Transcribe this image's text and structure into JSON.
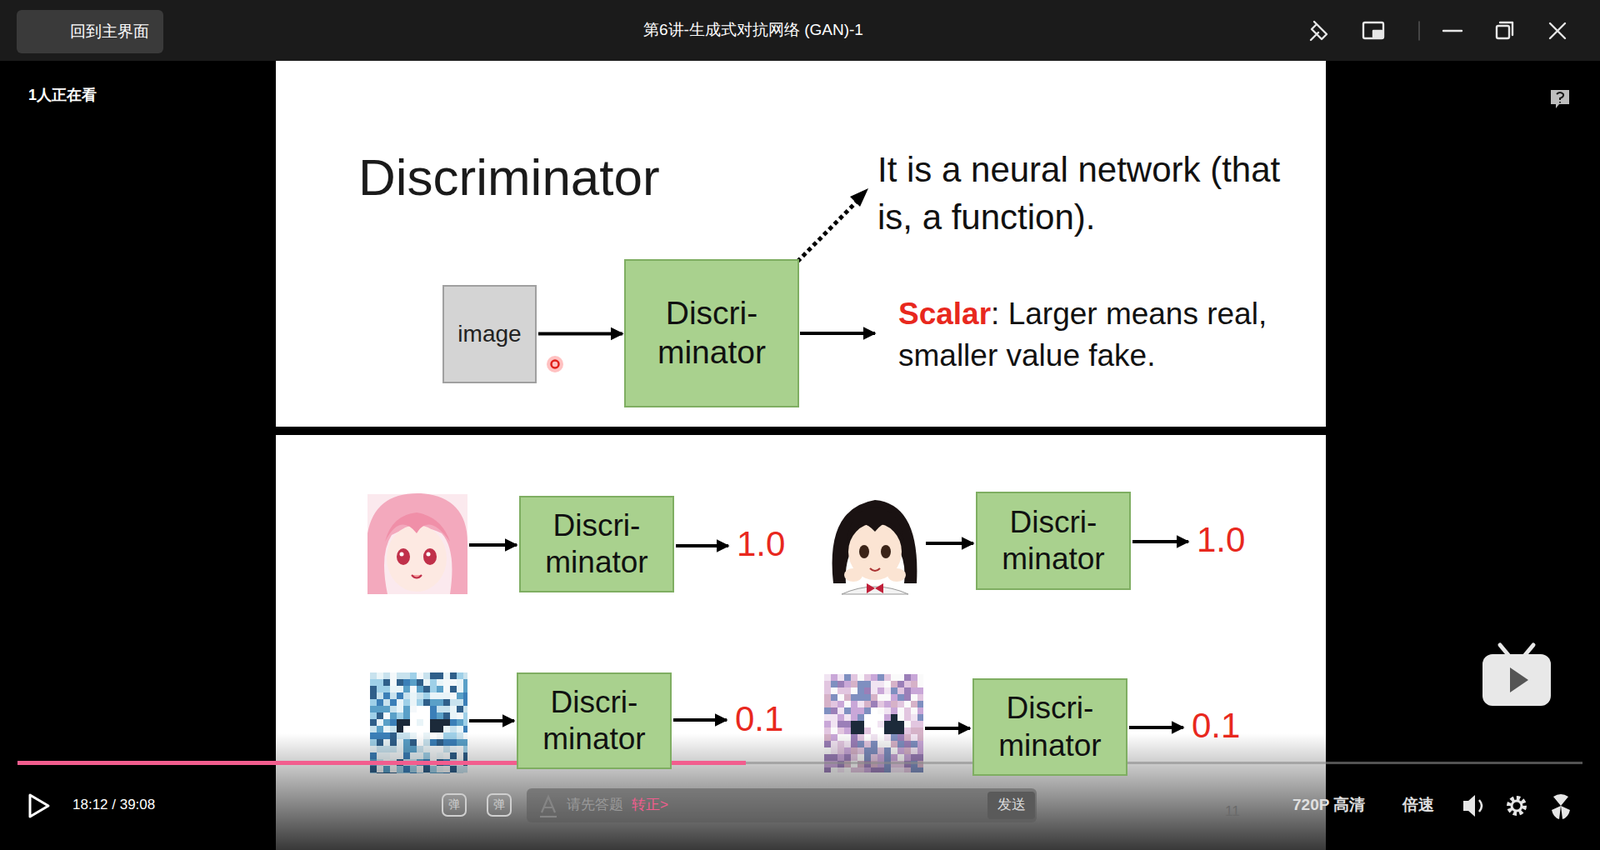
{
  "diagram": {
    "title": "Discriminator",
    "nodes": [
      {
        "text": [
          "回到主界面"
        ]
      },
      {
        "text": [
          "image"
        ]
      },
      {
        "text": [
          "Discri- minator"
        ]
      },
      {
        "text": [
          "Discri- minator"
        ]
      },
      {
        "text": [
          "Discri- minator"
        ]
      },
      {
        "text": [
          "Discri- minator"
        ]
      },
      {
        "text": [
          "Discri- minator"
        ]
      },
      {
        "text": [
          "请先答题",
          "转正>"
        ]
      },
      {
        "text": [
          "发送"
        ],
        "in": 7
      }
    ],
    "edges": [
      {
        "from": 1,
        "to": 2,
        "arrow": "to"
      }
    ],
    "labels": [
      "第6讲-生成式对抗网络 (GAN)-1",
      "1人正在看",
      "It is a neural network (that is, a function).",
      "Scalar",
      ": Larger means real, smaller value fake.",
      "1.0",
      "1.0",
      "0.1",
      "0.1",
      "18:12 / 39:08",
      "弹",
      "弹",
      "11",
      "720P 高清",
      "倍速"
    ]
  }
}
